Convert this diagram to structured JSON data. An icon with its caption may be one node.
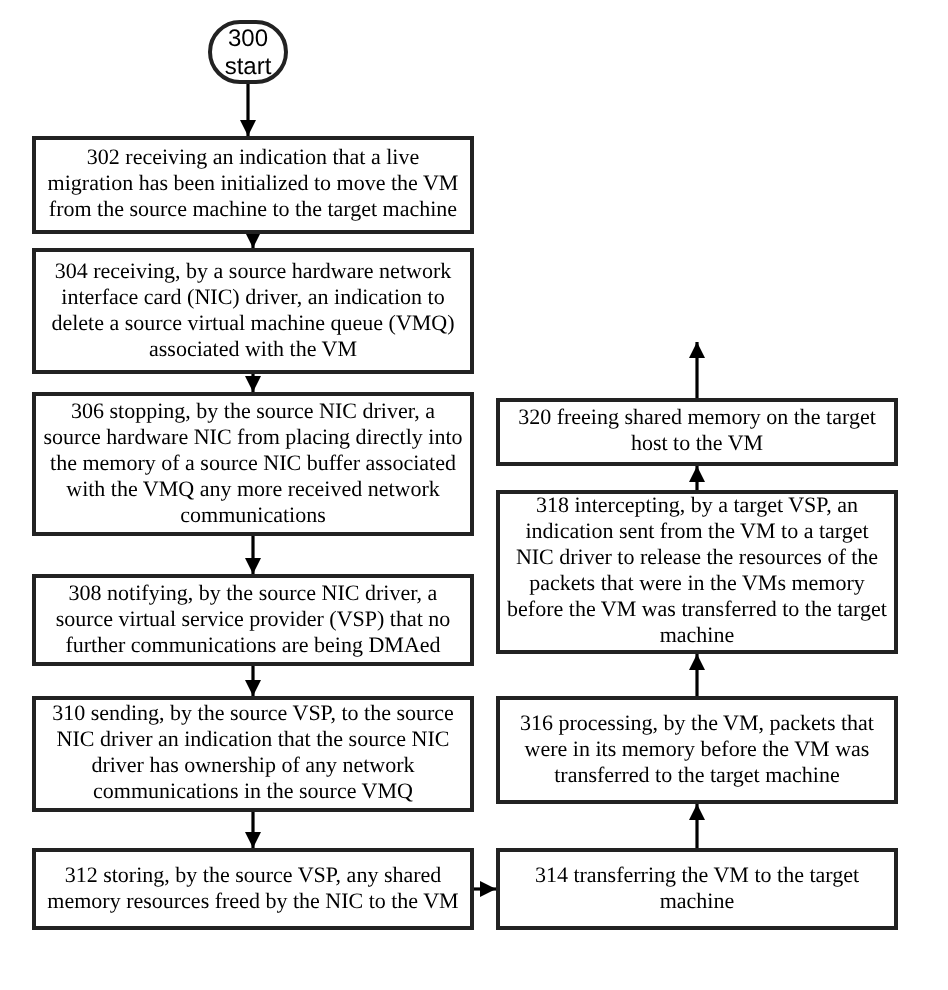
{
  "diagram": {
    "nodes": [
      {
        "text": [
          "300 start"
        ]
      },
      {
        "text": [
          "302 receiving an indication that a live migration has been initialized to move the VM from the source machine to the target machine"
        ]
      },
      {
        "text": [
          "304 receiving, by a source hardware network interface card (NIC) driver, an indication to delete a source virtual machine queue (VMQ) associated with the VM"
        ]
      },
      {
        "text": [
          "306 stopping, by the source NIC driver, a source hardware NIC from placing directly into the memory of a source NIC buffer associated with the VMQ any more received network communications"
        ]
      },
      {
        "text": [
          "308 notifying, by the source NIC driver, a source virtual service provider (VSP) that no further communications are being DMAed"
        ]
      },
      {
        "text": [
          "310 sending, by the source VSP, to the source NIC driver an indication that the source NIC driver has ownership of any network communications in the source VMQ"
        ]
      },
      {
        "text": [
          "312 storing, by the source VSP, any shared memory resources freed by the NIC to the VM"
        ]
      },
      {
        "text": [
          "314 transferring the VM to the target machine"
        ]
      },
      {
        "text": [
          "316 processing, by the VM, packets that were in its memory before the VM was transferred to the target machine"
        ]
      },
      {
        "text": [
          "318 intercepting, by a target VSP, an indication sent from the VM to a target NIC driver to release the resources of the packets that were in the VMs memory before the VM was transferred to the target machine"
        ]
      },
      {
        "text": [
          "320 freeing shared memory on the target host to the VM"
        ]
      }
    ],
    "edges": [
      {
        "from": 0,
        "to": 1,
        "arrow": "to"
      },
      {
        "from": 1,
        "to": 2,
        "arrow": "to"
      },
      {
        "from": 2,
        "to": 3,
        "arrow": "to"
      },
      {
        "from": 3,
        "to": 4,
        "arrow": "to"
      },
      {
        "from": 4,
        "to": 5,
        "arrow": "to"
      },
      {
        "from": 5,
        "to": 6,
        "arrow": "to"
      },
      {
        "from": 6,
        "to": 7,
        "arrow": "to"
      },
      {
        "from": 7,
        "to": 8,
        "arrow": "to"
      },
      {
        "from": 8,
        "to": 9,
        "arrow": "to"
      },
      {
        "from": 9,
        "to": 10,
        "arrow": "to"
      },
      {
        "from": 10,
        "to": null,
        "arrow": "to"
      }
    ]
  }
}
